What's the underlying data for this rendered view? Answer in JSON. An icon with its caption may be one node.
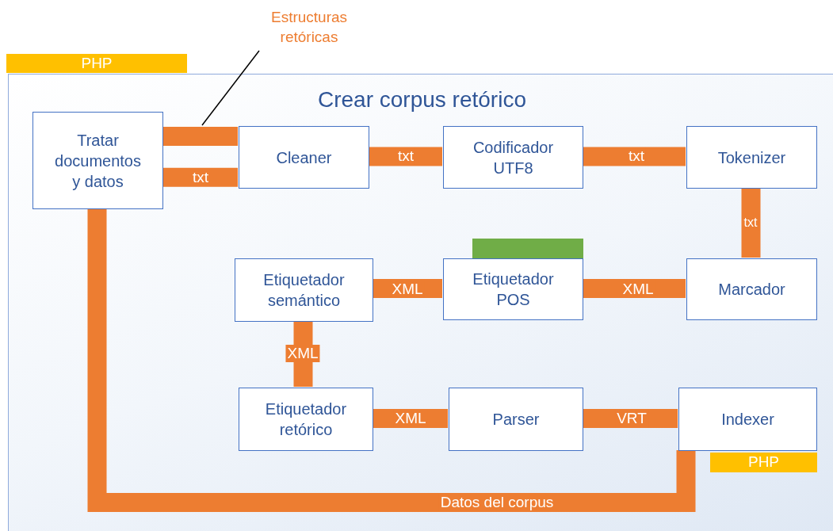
{
  "diagram": {
    "nodes": [
      {
        "text": [
          "PHP"
        ]
      },
      {
        "text": [
          "Crear corpus retórico"
        ]
      },
      {
        "text": [
          "Tratar documentos y datos"
        ],
        "in": 1
      },
      {
        "text": [
          "Cleaner"
        ],
        "in": 1
      },
      {
        "text": [
          "Codificador UTF8"
        ],
        "in": 1
      },
      {
        "text": [
          "Tokenizer"
        ],
        "in": 1
      },
      {
        "text": [
          "Marcador"
        ],
        "in": 1
      },
      {
        "text": [
          "Etiquetador POS"
        ],
        "in": 1
      },
      {
        "text": [],
        "shape": "bar",
        "in": 1
      },
      {
        "text": [
          "Etiquetador semántico"
        ],
        "in": 1
      },
      {
        "text": [
          "Etiquetador retórico"
        ],
        "in": 1
      },
      {
        "text": [
          "Parser"
        ],
        "in": 1
      },
      {
        "text": [
          "Indexer"
        ],
        "in": 1
      },
      {
        "text": [
          "PHP"
        ],
        "in": 1
      },
      {
        "text": [
          "Estructuras retóricas"
        ]
      }
    ],
    "edges": [
      {
        "from": 2,
        "to": 3,
        "arrow": "none"
      },
      {
        "from": 2,
        "to": 3,
        "arrow": "none",
        "label": "txt"
      },
      {
        "from": 3,
        "to": 4,
        "arrow": "none",
        "label": "txt"
      },
      {
        "from": 4,
        "to": 5,
        "arrow": "none",
        "label": "txt"
      },
      {
        "from": 5,
        "to": 6,
        "arrow": "none",
        "label": "txt"
      },
      {
        "from": 6,
        "to": 7,
        "arrow": "none",
        "label": "XML"
      },
      {
        "from": 7,
        "to": 9,
        "arrow": "none",
        "label": "XML"
      },
      {
        "from": 9,
        "to": 10,
        "arrow": "none",
        "label": "XML"
      },
      {
        "from": 10,
        "to": 11,
        "arrow": "none",
        "label": "XML"
      },
      {
        "from": 11,
        "to": 12,
        "arrow": "none",
        "label": "VRT"
      },
      {
        "from": 12,
        "to": 2,
        "arrow": "none",
        "label": "Datos del corpus"
      },
      {
        "from": 14,
        "to": null,
        "arrow": "none",
        "color": "#000000"
      }
    ]
  }
}
